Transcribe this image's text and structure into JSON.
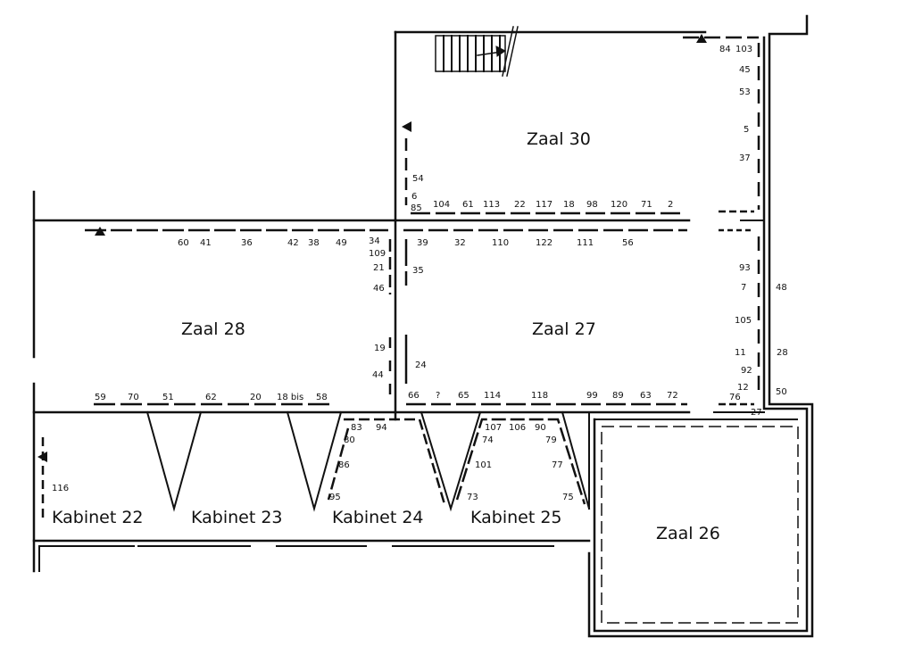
{
  "rooms": {
    "zaal30": "Zaal 30",
    "zaal28": "Zaal 28",
    "zaal27": "Zaal 27",
    "zaal26": "Zaal 26",
    "kabinet22": "Kabinet 22",
    "kabinet23": "Kabinet 23",
    "kabinet24": "Kabinet 24",
    "kabinet25": "Kabinet 25"
  },
  "numbers": {
    "n84": "84",
    "n103": "103",
    "n45": "45",
    "n53": "53",
    "n5": "5",
    "n37": "37",
    "n54": "54",
    "n6": "6",
    "n85": "85",
    "n104": "104",
    "n61": "61",
    "n113": "113",
    "n22": "22",
    "n117": "117",
    "n18": "18",
    "n98": "98",
    "n120": "120",
    "n71": "71",
    "n2": "2",
    "n60": "60",
    "n41": "41",
    "n36": "36",
    "n42": "42",
    "n38": "38",
    "n49": "49",
    "n34": "34",
    "n109": "109",
    "n21": "21",
    "n46": "46",
    "n35": "35",
    "n39": "39",
    "n32": "32",
    "n110": "110",
    "n122": "122",
    "n111": "111",
    "n56": "56",
    "n93": "93",
    "n7": "7",
    "n48": "48",
    "n105": "105",
    "n11": "11",
    "n28": "28",
    "n92": "92",
    "n12": "12",
    "n50": "50",
    "n76": "76",
    "n27": "27",
    "n19": "19",
    "n44": "44",
    "n24": "24",
    "n59": "59",
    "n70": "70",
    "n51": "51",
    "n62": "62",
    "n20": "20",
    "n18bis": "18 bis",
    "n58": "58",
    "n66": "66",
    "nq": "?",
    "n65": "65",
    "n114": "114",
    "n118": "118",
    "n99": "99",
    "n89": "89",
    "n63": "63",
    "n72": "72",
    "n83": "83",
    "n94": "94",
    "n80": "80",
    "n86": "86",
    "n95": "95",
    "n107": "107",
    "n106": "106",
    "n90": "90",
    "n74": "74",
    "n79": "79",
    "n101": "101",
    "n77": "77",
    "n73": "73",
    "n75": "75",
    "n116": "116"
  }
}
